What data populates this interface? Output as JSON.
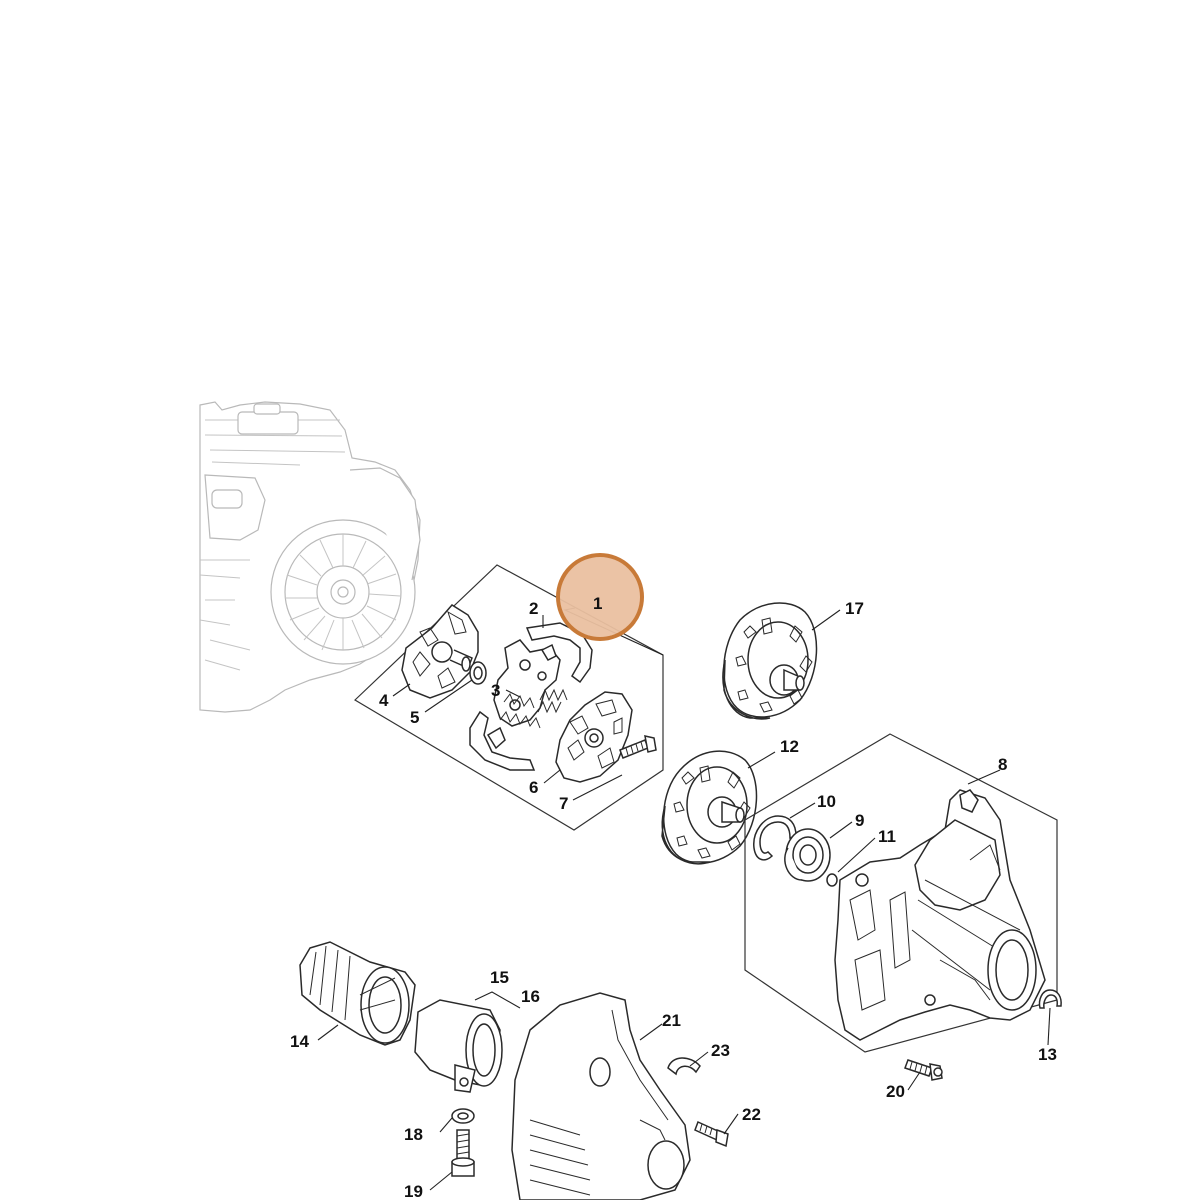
{
  "highlight": {
    "label": "1",
    "color": "#c87a38",
    "fill": "#eac0a0"
  },
  "parts": [
    {
      "label": "1"
    },
    {
      "label": "2"
    },
    {
      "label": "3"
    },
    {
      "label": "4"
    },
    {
      "label": "5"
    },
    {
      "label": "6"
    },
    {
      "label": "7"
    },
    {
      "label": "8"
    },
    {
      "label": "9"
    },
    {
      "label": "10"
    },
    {
      "label": "11"
    },
    {
      "label": "12"
    },
    {
      "label": "13"
    },
    {
      "label": "14"
    },
    {
      "label": "15"
    },
    {
      "label": "16"
    },
    {
      "label": "17"
    },
    {
      "label": "18"
    },
    {
      "label": "19"
    },
    {
      "label": "20"
    },
    {
      "label": "21"
    },
    {
      "label": "22"
    },
    {
      "label": "23"
    }
  ]
}
